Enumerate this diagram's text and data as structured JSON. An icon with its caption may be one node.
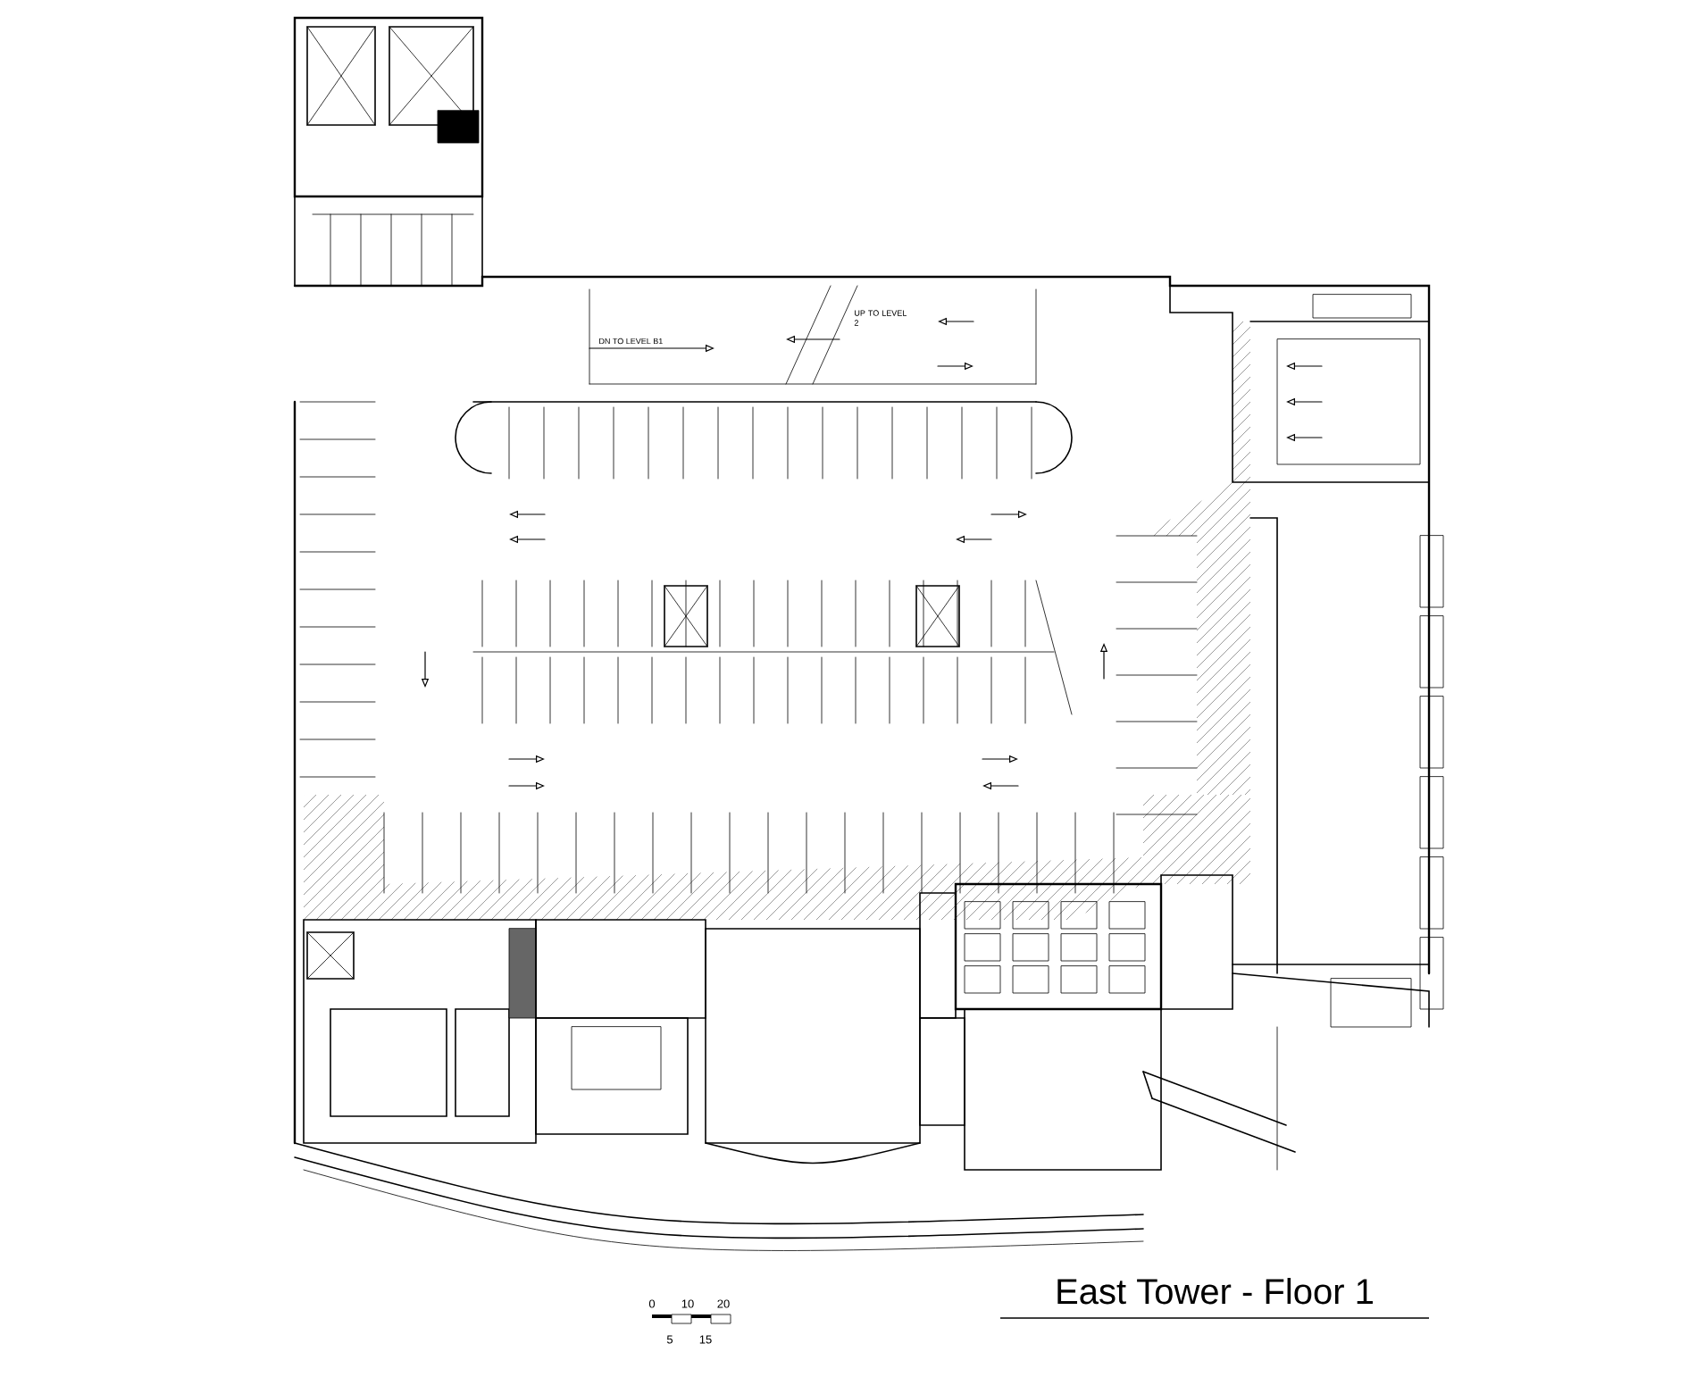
{
  "diagram": {
    "title": "East Tower - Floor 1",
    "labels": [
      "DN TO LEVEL B1",
      "UP TO LEVEL 2",
      "0",
      "10",
      "20",
      "5",
      "15"
    ]
  }
}
